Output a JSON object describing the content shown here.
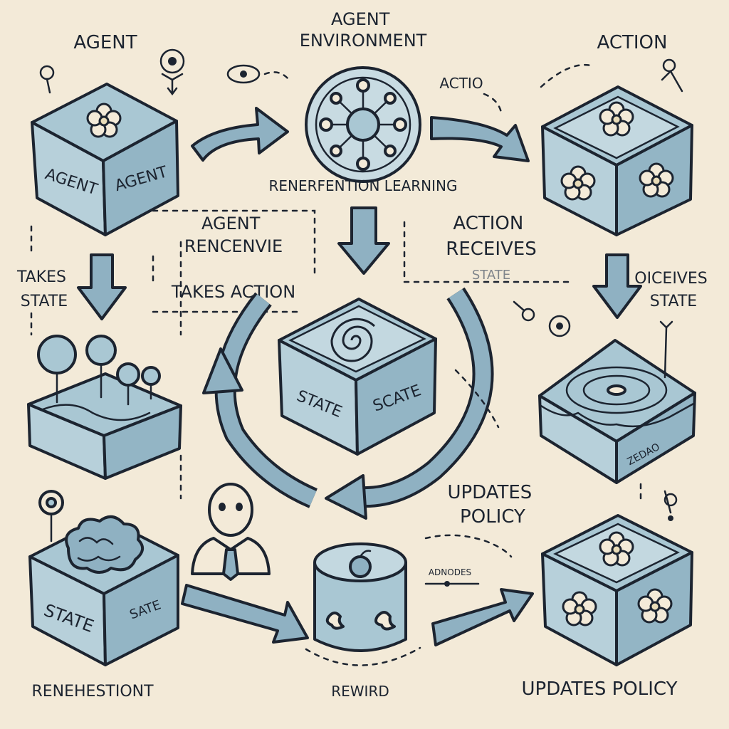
{
  "colors": {
    "background": "#f3ead8",
    "box_top": "#a9c7d3",
    "box_side": "#93b5c5",
    "box_front": "#b7d0da",
    "outline": "#1c2430",
    "arrow_fill": "#8fb1c2"
  },
  "labels": {
    "agent_top": "AGENT",
    "agent_env": "AGENT\nENVIRONMENT",
    "action_top": "ACTION",
    "actio": "ACTIO",
    "rl_caption": "RENERFENTION LEARNING",
    "agent_rencen": "AGENT\nRENCENVIE",
    "takes_action": "TAKES ACTION",
    "action_receives": "ACTION\nRECEIVES",
    "faint_state": "STATE",
    "takes_state": "TAKES\nSTATE",
    "oiceives_state": "OICEIVES\nSTATE",
    "updates_policy_mid": "UPDATES\nPOLICY",
    "aodnodes": "ADNODES",
    "reneestiont": "RENEHESTIONT",
    "rewird": "REWIRD",
    "updates_policy_bottom": "UPDATES POLICY"
  },
  "box_faces": {
    "agent_left": "AGENT",
    "agent_right": "AGENT",
    "state_center_left": "STATE",
    "state_center_right": "SCATE",
    "state_bottom_left": "STATE",
    "state_bottom_right": "SATE",
    "stone_label": "ZEDAO"
  }
}
